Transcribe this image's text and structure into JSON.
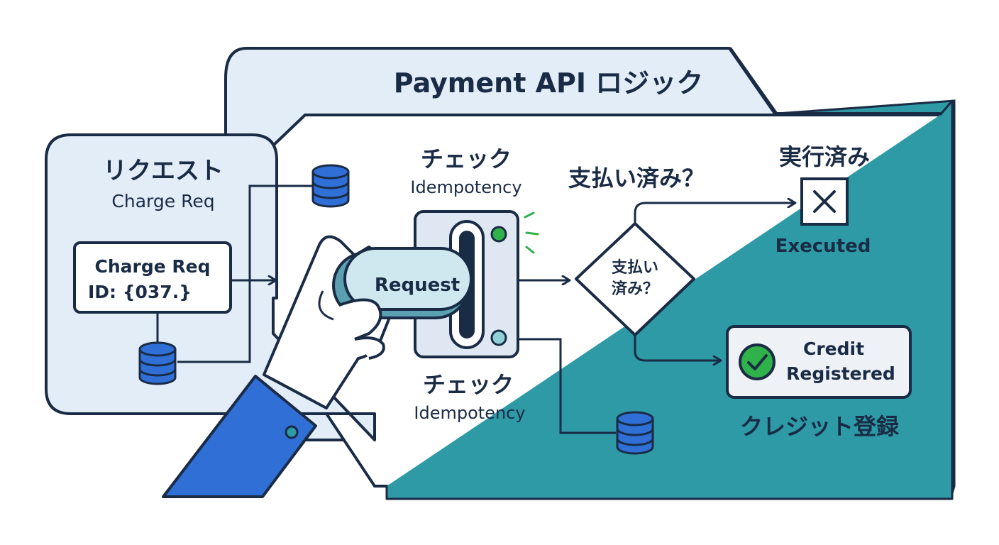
{
  "title": "Payment API ロジック",
  "request_panel": {
    "heading": "リクエスト",
    "subheading": "Charge Req",
    "card_line1": "Charge Req",
    "card_line2": "ID: {037.}"
  },
  "check_top": {
    "jp": "チェック",
    "en": "Idempotency"
  },
  "check_bottom": {
    "jp": "チェック",
    "en": "Idempotency"
  },
  "request_token": "Request",
  "question": "支払い済み？",
  "decision": {
    "line1": "支払い",
    "line2": "済み？"
  },
  "executed": {
    "jp": "実行済み",
    "en": "Executed"
  },
  "credit": {
    "line1": "Credit",
    "line2": "Registered",
    "jp": "クレジット登録"
  },
  "colors": {
    "navy": "#1a2b45",
    "panel": "#e3edf8",
    "teal": "#2d9aa6",
    "blue": "#2f6fd6",
    "green": "#2fb24a",
    "slot": "#dfe8f2"
  },
  "icons": [
    "database-icon",
    "close-icon",
    "check-circle-icon",
    "status-led-icon"
  ]
}
